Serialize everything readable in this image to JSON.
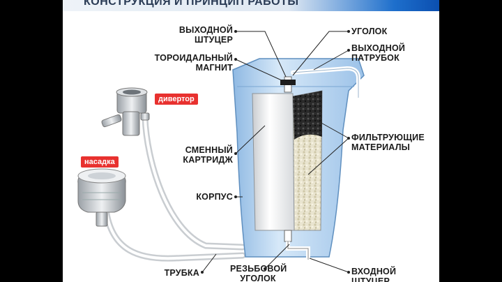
{
  "title": "КОНСТРУКЦИЯ И ПРИНЦИП РАБОТЫ",
  "labels": {
    "outlet_fitting": [
      "ВЫХОДНОЙ",
      "ШТУЦЕР"
    ],
    "toroidal_magnet": [
      "ТОРОИДАЛЬНЫЙ",
      "МАГНИТ"
    ],
    "replaceable_cartridge": [
      "СМЕННЫЙ",
      "КАРТРИДЖ"
    ],
    "housing": "КОРПУС",
    "tube": "ТРУБКА",
    "threaded_corner": [
      "РЕЗЬБОВОЙ",
      "УГОЛОК"
    ],
    "elbow": "УГОЛОК",
    "outlet_spout": [
      "ВЫХОДНОЙ",
      "ПАТРУБОК"
    ],
    "filter_materials": [
      "ФИЛЬТРУЮЩИЕ",
      "МАТЕРИАЛЫ"
    ],
    "inlet_fitting": [
      "ВХОДНОЙ",
      "ШТУЦЕР"
    ]
  },
  "tags": {
    "diverter": "дивертор",
    "nozzle": "насадка"
  },
  "colors": {
    "accent_red": "#e8312f",
    "housing_blue": "#bcd8f2",
    "title_blue": "#1e6fcc"
  }
}
